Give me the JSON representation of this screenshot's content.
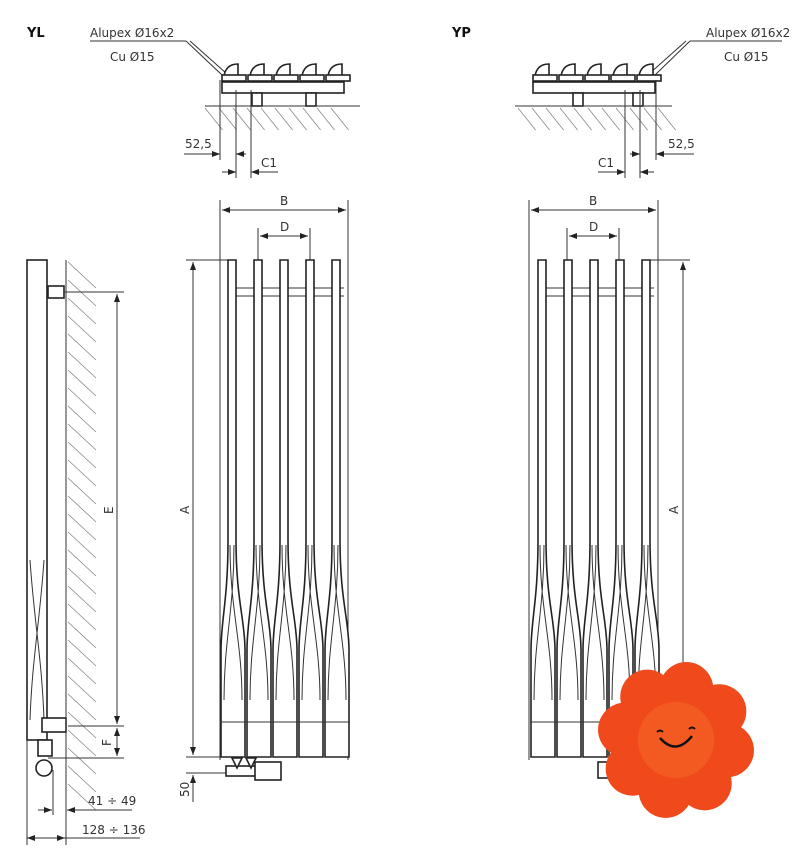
{
  "left": {
    "title": "YL",
    "pipe_alupex": "Alupex Ø16x2",
    "pipe_cu": "Cu Ø15",
    "dim_offset": "52,5",
    "dim_c1": "C1",
    "dim_b": "B",
    "dim_d": "D",
    "dim_a": "A",
    "dim_e": "E",
    "dim_f": "F",
    "dim_50": "50",
    "dim_wall1": "41 ÷ 49",
    "dim_wall2": "128 ÷ 136"
  },
  "right": {
    "title": "YP",
    "pipe_alupex": "Alupex Ø16x2",
    "pipe_cu": "Cu Ø15",
    "dim_offset": "52,5",
    "dim_c1": "C1",
    "dim_b": "B",
    "dim_d": "D",
    "dim_a": "A"
  },
  "logo": {
    "icon": "smiling-flower-logo",
    "color": "#f04a1c"
  }
}
